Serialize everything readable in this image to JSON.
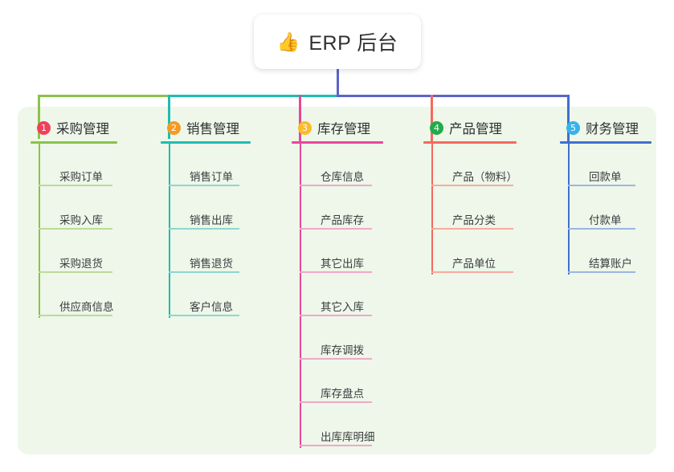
{
  "diagram": {
    "type": "mind-map",
    "root": {
      "emoji": "👍",
      "emoji_name": "thumbs-up-emoji",
      "title": "ERP 后台"
    },
    "panel_color": "#eef7e9",
    "stem_color": "#5b64c8",
    "columns": [
      {
        "index": "1",
        "title": "采购管理",
        "badge_color": "#f0405a",
        "line_color": "#8bc34a",
        "leaf_line_color": "#bcdb9b",
        "items": [
          "采购订单",
          "采购入库",
          "采购退货",
          "供应商信息"
        ]
      },
      {
        "index": "2",
        "title": "销售管理",
        "badge_color": "#f59a23",
        "line_color": "#1fbcb3",
        "leaf_line_color": "#8fd6d0",
        "items": [
          "销售订单",
          "销售出库",
          "销售退货",
          "客户信息"
        ]
      },
      {
        "index": "3",
        "title": "库存管理",
        "badge_color": "#fbbc2c",
        "line_color": "#e8479a",
        "leaf_line_color": "#f0a8ca",
        "items": [
          "仓库信息",
          "产品库存",
          "其它出库",
          "其它入库",
          "库存调拨",
          "库存盘点",
          "出库库明细"
        ]
      },
      {
        "index": "4",
        "title": "产品管理",
        "badge_color": "#22ab4b",
        "line_color": "#f4695f",
        "leaf_line_color": "#f8a9a1",
        "items": [
          "产品（物料）",
          "产品分类",
          "产品单位"
        ]
      },
      {
        "index": "5",
        "title": "财务管理",
        "badge_color": "#37b3e8",
        "line_color": "#3f6fd1",
        "leaf_line_color": "#9cb4e4",
        "items": [
          "回款单",
          "付款单",
          "结算账户"
        ]
      }
    ]
  }
}
